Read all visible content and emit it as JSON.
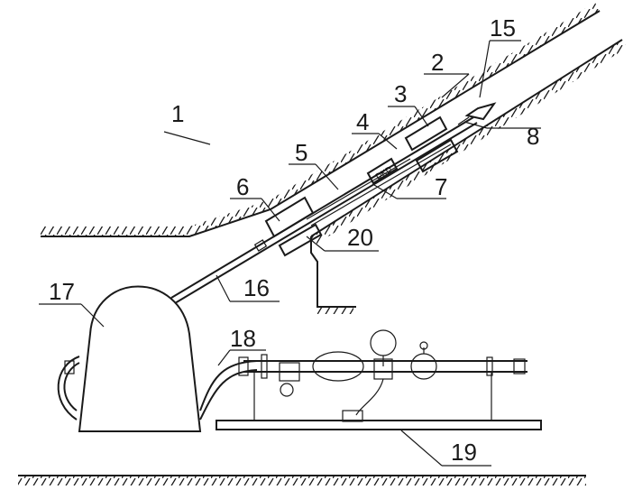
{
  "labels": {
    "l1": "1",
    "l2": "2",
    "l3": "3",
    "l4": "4",
    "l5": "5",
    "l6": "6",
    "l7": "7",
    "l8": "8",
    "l15": "15",
    "l16": "16",
    "l17": "17",
    "l18": "18",
    "l19": "19",
    "l20": "20"
  }
}
